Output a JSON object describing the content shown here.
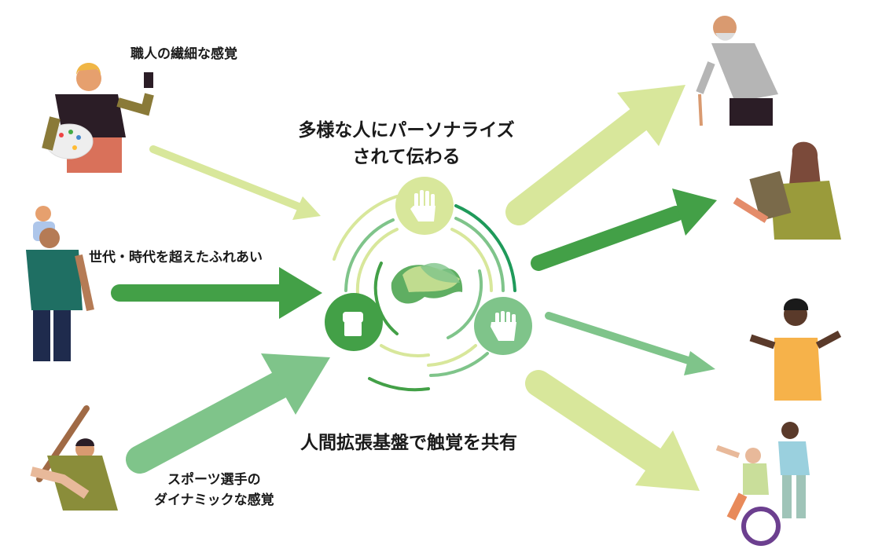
{
  "labels": {
    "craftsman": "職人の繊細な感覚",
    "personalize_line1": "多様な人にパーソナライズ",
    "personalize_line2": "されて伝わる",
    "generations": "世代・時代を超えたふれあい",
    "platform": "人間拡張基盤で触覚を共有",
    "athlete_line1": "スポーツ選手の",
    "athlete_line2": "ダイナミックな感覚"
  },
  "colors": {
    "light_green": "#d8e79b",
    "mid_green": "#7fc48a",
    "dark_green": "#43a047",
    "teal_green": "#1f9a5a"
  }
}
